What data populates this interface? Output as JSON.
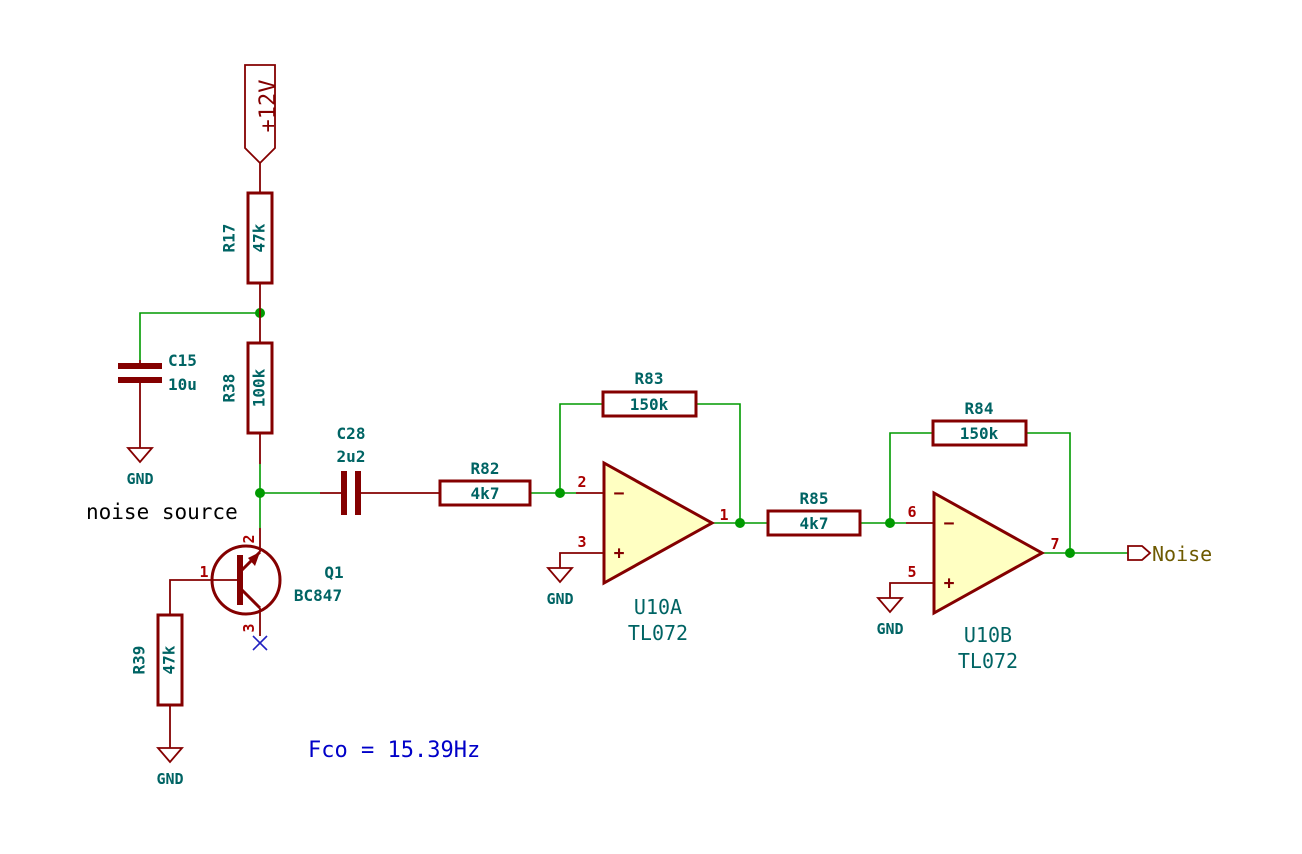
{
  "power": {
    "label": "+12V"
  },
  "gnd_label": "GND",
  "components": {
    "r17": {
      "ref": "R17",
      "value": "47k"
    },
    "r38": {
      "ref": "R38",
      "value": "100k"
    },
    "r39": {
      "ref": "R39",
      "value": "47k"
    },
    "c15": {
      "ref": "C15",
      "value": "10u"
    },
    "c28": {
      "ref": "C28",
      "value": "2u2"
    },
    "r82": {
      "ref": "R82",
      "value": "4k7"
    },
    "r83": {
      "ref": "R83",
      "value": "150k"
    },
    "r85": {
      "ref": "R85",
      "value": "4k7"
    },
    "r84": {
      "ref": "R84",
      "value": "150k"
    },
    "q1": {
      "ref": "Q1",
      "value": "BC847",
      "pins": [
        "1",
        "2",
        "3"
      ]
    },
    "u10a": {
      "ref": "U10A",
      "value": "TL072",
      "pins": {
        "inv": "2",
        "noninv": "3",
        "out": "1"
      }
    },
    "u10b": {
      "ref": "U10B",
      "value": "TL072",
      "pins": {
        "inv": "6",
        "noninv": "5",
        "out": "7"
      }
    }
  },
  "opamp_signs": {
    "minus": "−",
    "plus": "+"
  },
  "net_label": "noise source",
  "global_label": "Noise",
  "note": "Fco = 15.39Hz",
  "colors": {
    "wire": "#009a00",
    "component": "#840000",
    "opamp_fill": "#ffffc2",
    "text": "#006464",
    "pin_number": "#a90000",
    "note": "#0000c8"
  }
}
